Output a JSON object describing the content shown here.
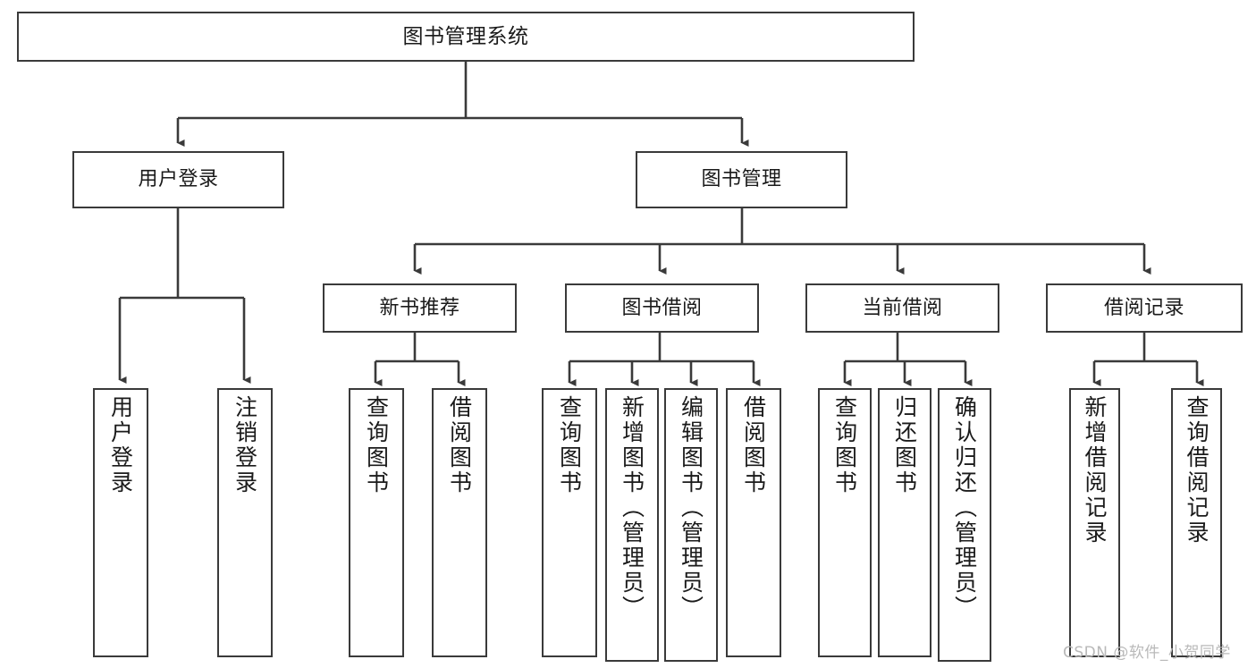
{
  "diagram": {
    "type": "tree-hierarchy",
    "title": "图书管理系统",
    "watermark": "CSDN @软件_小贺同学",
    "colors": {
      "stroke": "#3a3a3a",
      "fill": "#ffffff",
      "text": "#1a1a1a",
      "watermark": "#b9b9b9"
    },
    "nodes": {
      "root": {
        "label": "图书管理系统"
      },
      "level2": [
        {
          "id": "user-login",
          "label": "用户登录"
        },
        {
          "id": "book-manage",
          "label": "图书管理"
        }
      ],
      "level3": [
        {
          "id": "new-book-recommend",
          "label": "新书推荐"
        },
        {
          "id": "book-borrow",
          "label": "图书借阅"
        },
        {
          "id": "current-borrow",
          "label": "当前借阅"
        },
        {
          "id": "borrow-record",
          "label": "借阅记录"
        }
      ],
      "leaves": {
        "user-login": [
          {
            "id": "leaf-user-login",
            "label": "用户登录"
          },
          {
            "id": "leaf-user-logout",
            "label": "注销登录"
          }
        ],
        "new-book-recommend": [
          {
            "id": "leaf-query-book-1",
            "label": "查询图书"
          },
          {
            "id": "leaf-borrow-book-1",
            "label": "借阅图书"
          }
        ],
        "book-borrow": [
          {
            "id": "leaf-query-book-2",
            "label": "查询图书"
          },
          {
            "id": "leaf-add-book",
            "label": "新增图书（管理员）"
          },
          {
            "id": "leaf-edit-book",
            "label": "编辑图书（管理员）"
          },
          {
            "id": "leaf-borrow-book-2",
            "label": "借阅图书"
          }
        ],
        "current-borrow": [
          {
            "id": "leaf-query-book-3",
            "label": "查询图书"
          },
          {
            "id": "leaf-return-book",
            "label": "归还图书"
          },
          {
            "id": "leaf-confirm-return",
            "label": "确认归还（管理员）"
          }
        ],
        "borrow-record": [
          {
            "id": "leaf-add-record",
            "label": "新增借阅记录"
          },
          {
            "id": "leaf-query-record",
            "label": "查询借阅记录"
          }
        ]
      }
    }
  }
}
